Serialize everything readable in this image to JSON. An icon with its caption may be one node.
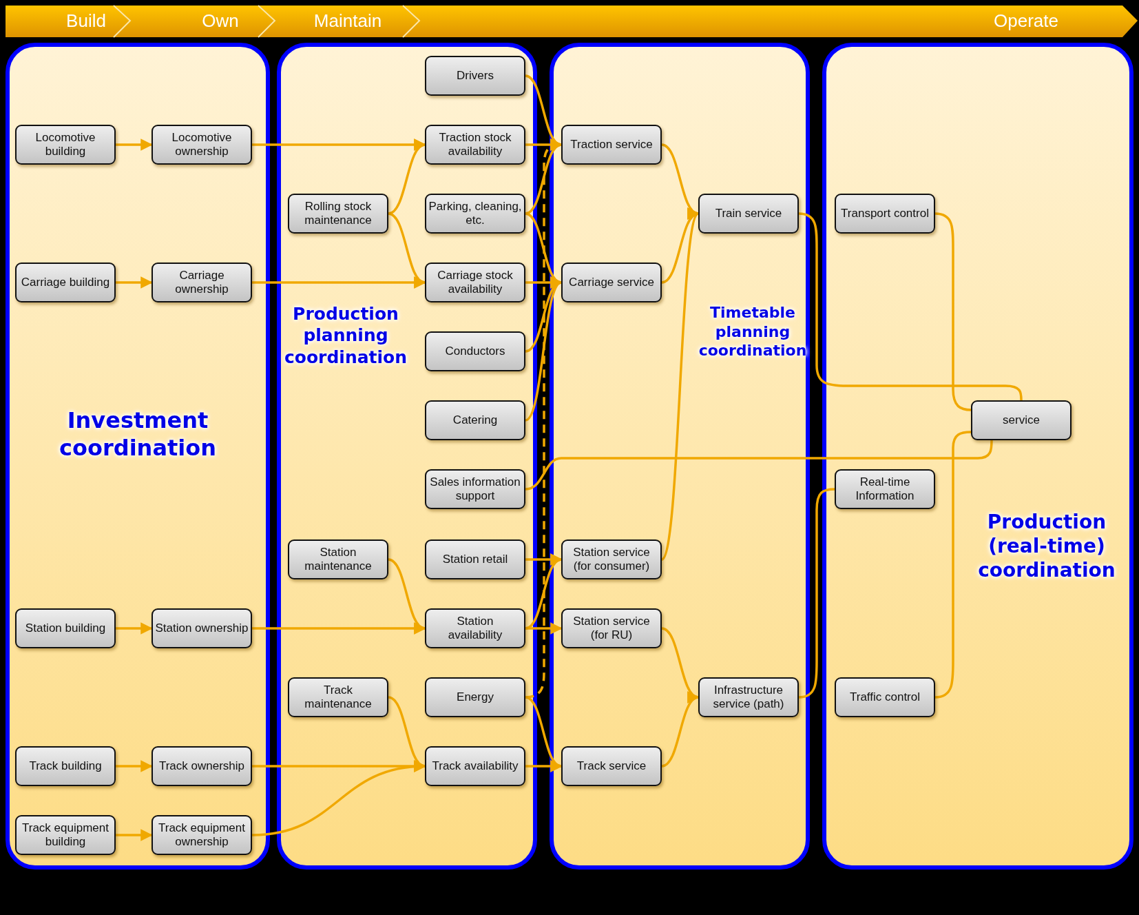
{
  "diagram": {
    "nodes": [
      {
        "text": [
          "Investment coordination"
        ]
      },
      {
        "text": [
          "Locomotive building"
        ],
        "in": 0
      },
      {
        "text": [
          "Locomotive ownership"
        ],
        "in": 0
      },
      {
        "text": [
          "Carriage building"
        ],
        "in": 0
      },
      {
        "text": [
          "Carriage ownership"
        ],
        "in": 0
      },
      {
        "text": [
          "Station building"
        ],
        "in": 0
      },
      {
        "text": [
          "Station ownership"
        ],
        "in": 0
      },
      {
        "text": [
          "Track building"
        ],
        "in": 0
      },
      {
        "text": [
          "Track ownership"
        ],
        "in": 0
      },
      {
        "text": [
          "Track equipment building"
        ],
        "in": 0
      },
      {
        "text": [
          "Track equipment ownership"
        ],
        "in": 0
      },
      {
        "text": [
          "Production planning coordination"
        ]
      },
      {
        "text": [
          "Drivers"
        ],
        "in": 11
      },
      {
        "text": [
          "Traction stock availability"
        ],
        "in": 11
      },
      {
        "text": [
          "Rolling stock maintenance"
        ],
        "in": 11
      },
      {
        "text": [
          "Parking, cleaning, etc."
        ],
        "in": 11
      },
      {
        "text": [
          "Carriage stock availability"
        ],
        "in": 11
      },
      {
        "text": [
          "Conductors"
        ],
        "in": 11
      },
      {
        "text": [
          "Catering"
        ],
        "in": 11
      },
      {
        "text": [
          "Sales information support"
        ],
        "in": 11
      },
      {
        "text": [
          "Station maintenance"
        ],
        "in": 11
      },
      {
        "text": [
          "Station retail"
        ],
        "in": 11
      },
      {
        "text": [
          "Station availability"
        ],
        "in": 11
      },
      {
        "text": [
          "Track maintenance"
        ],
        "in": 11
      },
      {
        "text": [
          "Energy"
        ],
        "in": 11
      },
      {
        "text": [
          "Track availability"
        ],
        "in": 11
      },
      {
        "text": [
          "Timetable planning coordination"
        ]
      },
      {
        "text": [
          "Traction service"
        ],
        "in": 26
      },
      {
        "text": [
          "Train service"
        ],
        "in": 26
      },
      {
        "text": [
          "Carriage service"
        ],
        "in": 26
      },
      {
        "text": [
          "Station service (for consumer)"
        ],
        "in": 26
      },
      {
        "text": [
          "Station service (for RU)"
        ],
        "in": 26
      },
      {
        "text": [
          "Infrastructure service (path)"
        ],
        "in": 26
      },
      {
        "text": [
          "Track service"
        ],
        "in": 26
      },
      {
        "text": [
          "Production (real-time) coordination"
        ]
      },
      {
        "text": [
          "Transport control"
        ],
        "in": 34
      },
      {
        "text": [
          "service"
        ],
        "in": 34
      },
      {
        "text": [
          "Real-time Information"
        ],
        "in": 34
      },
      {
        "text": [
          "Traffic control"
        ],
        "in": 34
      }
    ],
    "edges": [
      {
        "from": 1,
        "to": 2,
        "arrow": "to"
      },
      {
        "from": 2,
        "to": 13,
        "arrow": "to"
      },
      {
        "from": 3,
        "to": 4,
        "arrow": "to"
      },
      {
        "from": 4,
        "to": 16,
        "arrow": "to"
      },
      {
        "from": 5,
        "to": 6,
        "arrow": "to"
      },
      {
        "from": 6,
        "to": 22,
        "arrow": "to"
      },
      {
        "from": 7,
        "to": 8,
        "arrow": "to"
      },
      {
        "from": 8,
        "to": 25,
        "arrow": "to"
      },
      {
        "from": 9,
        "to": 10,
        "arrow": "to"
      },
      {
        "from": 10,
        "to": 25,
        "arrow": "to"
      },
      {
        "from": 14,
        "to": 13,
        "arrow": "to"
      },
      {
        "from": 14,
        "to": 16,
        "arrow": "to"
      },
      {
        "from": 20,
        "to": 22,
        "arrow": "to"
      },
      {
        "from": 23,
        "to": 25,
        "arrow": "to"
      },
      {
        "from": 12,
        "to": 27,
        "arrow": "to"
      },
      {
        "from": 13,
        "to": 27,
        "arrow": "to"
      },
      {
        "from": 15,
        "to": 27,
        "arrow": "to"
      },
      {
        "from": 15,
        "to": 29,
        "arrow": "to"
      },
      {
        "from": 16,
        "to": 29,
        "arrow": "to"
      },
      {
        "from": 17,
        "to": 29,
        "arrow": "to"
      },
      {
        "from": 18,
        "to": 29,
        "arrow": "to"
      },
      {
        "from": 21,
        "to": 30,
        "arrow": "to"
      },
      {
        "from": 22,
        "to": 31,
        "arrow": "to"
      },
      {
        "from": 22,
        "to": 30,
        "arrow": "to"
      },
      {
        "from": 24,
        "to": 33,
        "arrow": "to"
      },
      {
        "from": 24,
        "to": 27,
        "arrow": "to",
        "style": "dashed"
      },
      {
        "from": 25,
        "to": 33,
        "arrow": "to"
      },
      {
        "from": 27,
        "to": 28,
        "arrow": "to"
      },
      {
        "from": 29,
        "to": 28,
        "arrow": "to"
      },
      {
        "from": 30,
        "to": 28,
        "arrow": "to"
      },
      {
        "from": 31,
        "to": 32,
        "arrow": "to"
      },
      {
        "from": 33,
        "to": 32,
        "arrow": "to"
      },
      {
        "from": 19,
        "to": 36,
        "arrow": "none"
      },
      {
        "from": 28,
        "to": 36,
        "arrow": "none"
      },
      {
        "from": 32,
        "to": 37,
        "arrow": "none"
      },
      {
        "from": 35,
        "to": 36,
        "arrow": "none"
      },
      {
        "from": 38,
        "to": 36,
        "arrow": "none"
      }
    ],
    "labels": [
      "Build",
      "Own",
      "Maintain",
      "Operate"
    ]
  }
}
